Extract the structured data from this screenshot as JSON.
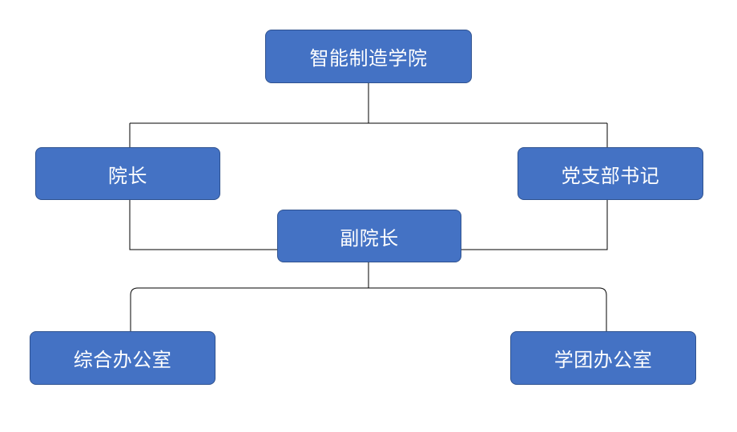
{
  "org_chart": {
    "nodes": {
      "root": "智能制造学院",
      "dean": "院长",
      "party_secretary": "党支部书记",
      "vice_dean": "副院长",
      "general_office": "综合办公室",
      "student_office": "学团办公室"
    },
    "colors": {
      "node_fill": "#4472C4",
      "node_border": "#2F528F",
      "node_text": "#FFFFFF",
      "connector": "#000000"
    }
  }
}
